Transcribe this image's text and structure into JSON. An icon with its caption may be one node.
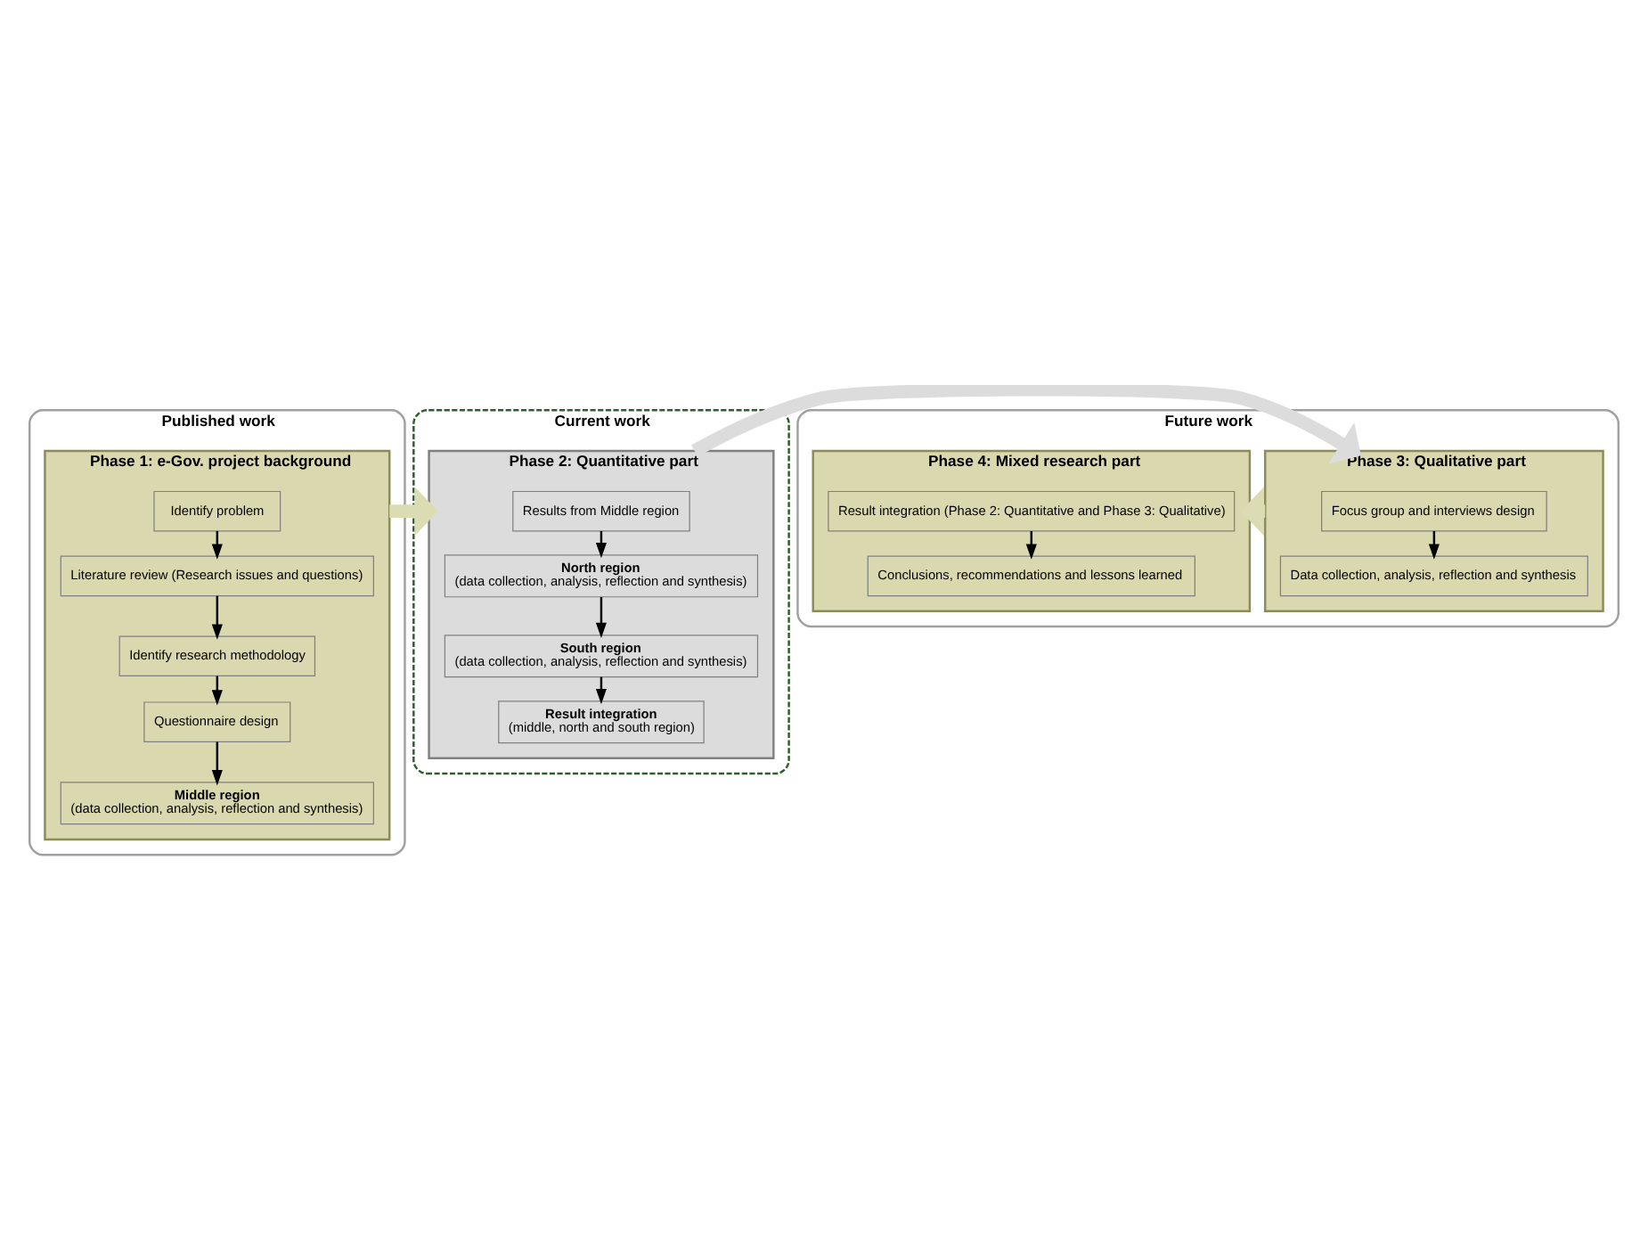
{
  "diagram": {
    "nodes": [
      {
        "text": [
          "Published work"
        ]
      },
      {
        "text": [
          "Phase 1: e-Gov. project background"
        ],
        "in": 0
      },
      {
        "text": [
          "Identify problem"
        ],
        "in": 1
      },
      {
        "text": [
          "Literature review (Research issues and questions)"
        ],
        "in": 1
      },
      {
        "text": [
          "Identify research methodology"
        ],
        "in": 1
      },
      {
        "text": [
          "Questionnaire design"
        ],
        "in": 1
      },
      {
        "text": [
          "Middle region",
          "(data collection, analysis, reflection and synthesis)"
        ],
        "in": 1
      },
      {
        "text": [
          "Current work"
        ]
      },
      {
        "text": [
          "Phase 2: Quantitative part"
        ],
        "in": 7
      },
      {
        "text": [
          "Results from Middle region"
        ],
        "in": 8
      },
      {
        "text": [
          "North region",
          "(data collection, analysis, reflection and synthesis)"
        ],
        "in": 8
      },
      {
        "text": [
          "South region",
          "(data collection, analysis, reflection and synthesis)"
        ],
        "in": 8
      },
      {
        "text": [
          "Result integration",
          "(middle, north and south region)"
        ],
        "in": 8
      },
      {
        "text": [
          "Future work"
        ]
      },
      {
        "text": [
          "Phase 3: Qualitative part"
        ],
        "in": 13
      },
      {
        "text": [
          "Focus group and interviews design"
        ],
        "in": 14
      },
      {
        "text": [
          "Data collection, analysis, reflection and synthesis"
        ],
        "in": 14
      },
      {
        "text": [
          "Phase 4: Mixed research part"
        ],
        "in": 13
      },
      {
        "text": [
          "Result integration (Phase 2: Quantitative and Phase 3: Qualitative)"
        ],
        "in": 17
      },
      {
        "text": [
          "Conclusions, recommendations and lessons learned"
        ],
        "in": 17
      }
    ],
    "edges": [
      {
        "from": 2,
        "to": 3,
        "arrow": "to"
      },
      {
        "from": 3,
        "to": 4,
        "arrow": "to"
      },
      {
        "from": 4,
        "to": 5,
        "arrow": "to"
      },
      {
        "from": 5,
        "to": 6,
        "arrow": "to"
      },
      {
        "from": 9,
        "to": 10,
        "arrow": "to"
      },
      {
        "from": 10,
        "to": 11,
        "arrow": "to"
      },
      {
        "from": 11,
        "to": 12,
        "arrow": "to"
      },
      {
        "from": 15,
        "to": 16,
        "arrow": "to"
      },
      {
        "from": 18,
        "to": 19,
        "arrow": "to"
      },
      {
        "from": 1,
        "to": 8,
        "arrow": "to",
        "style": "thick",
        "color": "#dcdcb4"
      },
      {
        "from": 8,
        "to": 14,
        "arrow": "to",
        "style": "thick",
        "color": "#dcdcdc"
      },
      {
        "from": 14,
        "to": 17,
        "arrow": "to",
        "style": "thick",
        "color": "#dcdcb4"
      }
    ]
  }
}
